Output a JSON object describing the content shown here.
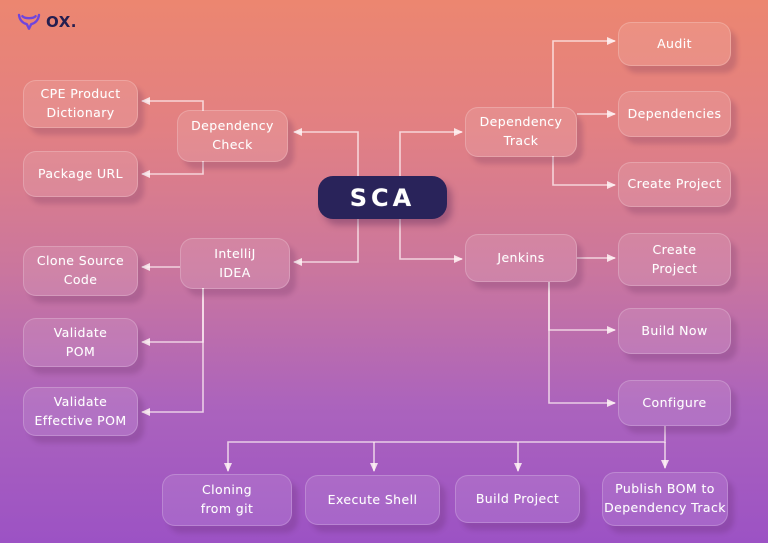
{
  "brand": {
    "name": "OX",
    "dot": ".",
    "icon": "ox-horns-icon"
  },
  "colors": {
    "bg_top": "#ec8670",
    "bg_bottom": "#9c52c4",
    "center_node_fill": "#29235a",
    "line_color": "rgba(255,242,244,0.75)",
    "logo_purple": "#6f45dd",
    "logo_navy": "#241e50"
  },
  "nodes": {
    "sca": "SCA",
    "dependency_check": "Dependency\nCheck",
    "cpe_product_dictionary": "CPE Product\nDictionary",
    "package_url": "Package URL",
    "intellij_idea": "IntelliJ\nIDEA",
    "clone_source_code": "Clone Source\nCode",
    "validate_pom": "Validate\nPOM",
    "validate_effective_pom": "Validate\nEffective POM",
    "dependency_track": "Dependency\nTrack",
    "audit": "Audit",
    "dependencies": "Dependencies",
    "create_project_track": "Create Project",
    "jenkins": "Jenkins",
    "create_project_jenkins": "Create\nProject",
    "build_now": "Build Now",
    "configure": "Configure",
    "cloning_from_git": "Cloning\nfrom git",
    "execute_shell": "Execute Shell",
    "build_project": "Build Project",
    "publish_bom": "Publish BOM to\nDependency Track"
  }
}
